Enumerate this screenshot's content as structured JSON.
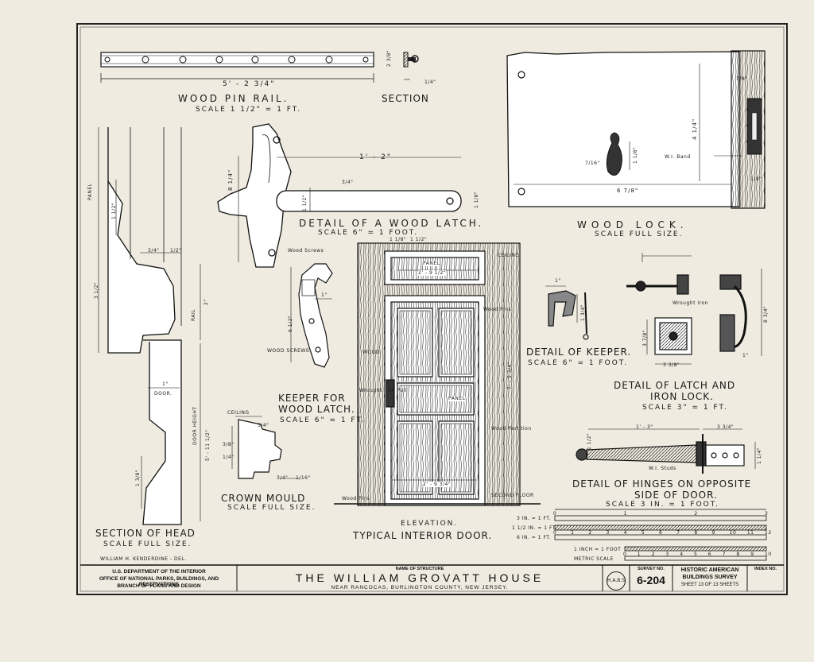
{
  "drawing": {
    "pin_rail": {
      "title": "WOOD PIN RAIL.",
      "scale": "SCALE 1 1/2\" = 1 FT.",
      "dim_length": "5' - 2 3/4\"",
      "section_label": "SECTION",
      "dim_section_h": "2 3/8\"",
      "dim_section_w": "1/4\""
    },
    "wood_lock": {
      "title": "WOOD LOCK.",
      "scale": "SCALE FULL SIZE.",
      "dim_height": "4 1/4\"",
      "dim_width": "6 7/8\"",
      "dim_key_w": "7/16\"",
      "dim_key_h": "1 1/8\"",
      "dim_top": "7/8\"",
      "dim_bottom": "1/8\"",
      "band_label": "W.I. Band"
    },
    "wood_latch": {
      "title": "DETAIL OF A WOOD LATCH.",
      "scale": "SCALE 6\" = 1 FOOT.",
      "dim_length": "1' - 2\"",
      "dim_height": "8 1/4\"",
      "dim_bar": "1 1/2\"",
      "dim_end": "1 1/8\"",
      "dim_thick": "3/4\"",
      "screws_label": "Wood Screws"
    },
    "section_head": {
      "title": "SECTION OF HEAD",
      "scale": "SCALE FULL SIZE.",
      "panel_label": "PANEL",
      "dim_panel_1": "1 1/2\"",
      "dim_panel_2": "3 1/2\"",
      "dim_a": "3/4\"",
      "dim_b": "1/2\"",
      "rail_label": "RAIL",
      "rail_dim": "2\"",
      "door_label": "DOOR.",
      "door_dim": "1\"",
      "door_height_label": "DOOR HEIGHT",
      "door_height_dim": "5' - 11 1/2\"",
      "dim_c": "1 3/8\""
    },
    "keeper": {
      "title_1": "KEEPER FOR",
      "title_2": "WOOD LATCH.",
      "scale": "SCALE 6\" = 1 FT.",
      "dim_h": "6 1/2\"",
      "dim_w": "1\"",
      "screws_label": "WOOD SCREWS"
    },
    "crown_mould": {
      "title": "CROWN MOULD",
      "scale": "SCALE FULL SIZE.",
      "ceiling_label": "CEILING",
      "dim_1": "3/4\"",
      "dim_2": "3/8\"",
      "dim_3": "1/4\"",
      "dim_4": "3/4\"",
      "dim_5": "1/16\""
    },
    "elevation": {
      "title_1": "ELEVATION.",
      "title_2": "TYPICAL INTERIOR DOOR.",
      "panel_label": "PANEL",
      "transom_dim": "2' - 9 1/2\"",
      "height_dim": "7' - 5 3/4\"",
      "width_dim": "2' - 9 3/4\"",
      "wood_pins": "Wood Pins",
      "wood_partition": "Wood Partition",
      "wood_pins_2": "Wood Pins",
      "wrought_iron_pull": "Wrought Iron Pull",
      "ceiling_label": "CEILING",
      "second_floor": "SECOND FLOOR",
      "wood_label": "WOOD",
      "top_dim_1": "1 1/8\"",
      "top_dim_2": "1 1/2\""
    },
    "detail_keeper": {
      "title": "DETAIL of KEEPER.",
      "scale": "SCALE 6\" = 1 FOOT.",
      "dim_1": "1\"",
      "dim_2": "1 3/4\""
    },
    "latch_lock": {
      "title_1": "DETAIL OF LATCH AND",
      "title_2": "IRON LOCK.",
      "scale": "SCALE 3\" = 1 FT.",
      "wrought_iron": "Wrought Iron",
      "dim_1": "3 7/8\"",
      "dim_2": "3 3/8\"",
      "dim_3": "8 3/4\"",
      "dim_4": "1\""
    },
    "hinges": {
      "title_1": "DETAIL OF HINGES ON OPPOSITE",
      "title_2": "SIDE OF DOOR.",
      "scale": "SCALE 3 IN. = 1 FOOT.",
      "dim_1": "1' - 3\"",
      "dim_2": "3 3/4\"",
      "dim_3": "1 1/2\"",
      "dim_4": "1 1/4\"",
      "studs": "W.I. Studs"
    },
    "scales": {
      "row_3in": "3 IN. = 1 FT.",
      "row_1_5in": "1 1/2 IN. = 1 FT.",
      "row_6in": "6 IN. = 1 FT.",
      "row_1inch": "1 INCH = 1 FOOT",
      "row_metric": "METRIC SCALE",
      "ticks_0_3": [
        "0",
        "1",
        "2",
        "3"
      ],
      "ticks_0_12": [
        "0",
        "1",
        "2",
        "3",
        "4",
        "5",
        "6",
        "7",
        "8",
        "9",
        "10",
        "11",
        "12"
      ],
      "ticks_0_10": [
        "0",
        "1",
        "2",
        "3",
        "4",
        "5",
        "6",
        "7",
        "8",
        "9",
        "10"
      ]
    }
  },
  "title_block": {
    "delineator": "WILLIAM H. KENDERDINE - DEL.",
    "agency_1": "U.S. DEPARTMENT OF THE INTERIOR",
    "agency_2": "OFFICE OF NATIONAL PARKS, BUILDINGS, AND RESERVATIONS",
    "agency_3": "BRANCH OF PLANS AND DESIGN",
    "name_label": "NAME OF STRUCTURE",
    "name": "THE WILLIAM GROVATT HOUSE",
    "location": "NEAR RANCOCAS, BURLINGTON COUNTY, NEW JERSEY.",
    "seal_text": "H.A.B.S.",
    "survey_label": "SURVEY NO.",
    "survey_no": "6-204",
    "habs_1": "HISTORIC AMERICAN",
    "habs_2": "BUILDINGS SURVEY",
    "sheet_label": "SHEET",
    "sheet_no": "13",
    "of_label": "OF",
    "sheet_total": "13",
    "sheets_label": "SHEETS",
    "index_label": "INDEX NO."
  }
}
